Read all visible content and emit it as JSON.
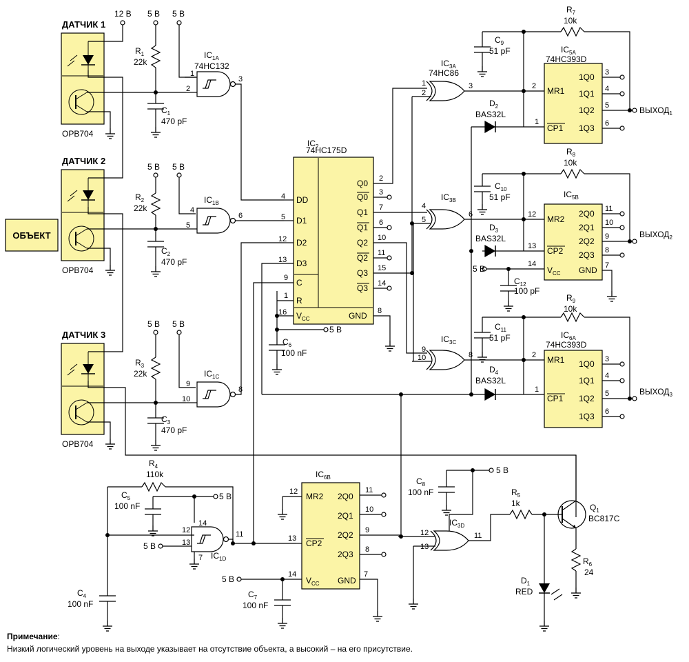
{
  "object_box": "ОБЪЕКТ",
  "sensors": [
    {
      "title": "ДАТЧИК 1",
      "part": "OPB704"
    },
    {
      "title": "ДАТЧИК 2",
      "part": "OPB704"
    },
    {
      "title": "ДАТЧИК 3",
      "part": "OPB704"
    }
  ],
  "supply": {
    "v12": "12 В",
    "v5": "5 В"
  },
  "resistors": {
    "R1": {
      "ref": "R",
      "sub": "1",
      "value": "22k"
    },
    "R2": {
      "ref": "R",
      "sub": "2",
      "value": "22k"
    },
    "R3": {
      "ref": "R",
      "sub": "3",
      "value": "22k"
    },
    "R4": {
      "ref": "R",
      "sub": "4",
      "value": "110k"
    },
    "R5": {
      "ref": "R",
      "sub": "5",
      "value": "1k"
    },
    "R6": {
      "ref": "R",
      "sub": "6",
      "value": "24"
    },
    "R7": {
      "ref": "R",
      "sub": "7",
      "value": "10k"
    },
    "R8": {
      "ref": "R",
      "sub": "8",
      "value": "10k"
    },
    "R9": {
      "ref": "R",
      "sub": "9",
      "value": "10k"
    }
  },
  "capacitors": {
    "C1": {
      "ref": "C",
      "sub": "1",
      "value": "470 pF"
    },
    "C2": {
      "ref": "C",
      "sub": "2",
      "value": "470 pF"
    },
    "C3": {
      "ref": "C",
      "sub": "3",
      "value": "470 pF"
    },
    "C4": {
      "ref": "C",
      "sub": "4",
      "value": "100 nF"
    },
    "C5": {
      "ref": "C",
      "sub": "5",
      "value": "100 nF"
    },
    "C6": {
      "ref": "C",
      "sub": "6",
      "value": "100 nF"
    },
    "C7": {
      "ref": "C",
      "sub": "7",
      "value": "100 nF"
    },
    "C8": {
      "ref": "C",
      "sub": "8",
      "value": "100 nF"
    },
    "C9": {
      "ref": "C",
      "sub": "9",
      "value": "51 pF"
    },
    "C10": {
      "ref": "C",
      "sub": "10",
      "value": "51 pF"
    },
    "C11": {
      "ref": "C",
      "sub": "11",
      "value": "51 pF"
    },
    "C12": {
      "ref": "C",
      "sub": "12",
      "value": "100 pF"
    }
  },
  "ics": {
    "IC1A": {
      "ref": "IC",
      "sub": "1A",
      "part": "74HC132"
    },
    "IC1B": {
      "ref": "IC",
      "sub": "1B"
    },
    "IC1C": {
      "ref": "IC",
      "sub": "1C"
    },
    "IC1D": {
      "ref": "IC",
      "sub": "1D"
    },
    "IC2": {
      "ref": "IC",
      "sub": "2",
      "part": "74HC175D"
    },
    "IC3A": {
      "ref": "IC",
      "sub": "3A",
      "part": "74HC86"
    },
    "IC3B": {
      "ref": "IC",
      "sub": "3B"
    },
    "IC3C": {
      "ref": "IC",
      "sub": "3C"
    },
    "IC3D": {
      "ref": "IC",
      "sub": "3D"
    },
    "IC5A": {
      "ref": "IC",
      "sub": "5A",
      "part": "74HC393D"
    },
    "IC5B": {
      "ref": "IC",
      "sub": "5B"
    },
    "IC6A": {
      "ref": "IC",
      "sub": "6A",
      "part": "74HC393D"
    },
    "IC6B": {
      "ref": "IC",
      "sub": "6B"
    }
  },
  "diodes": {
    "D1": {
      "ref": "D",
      "sub": "1",
      "part": "RED"
    },
    "D2": {
      "ref": "D",
      "sub": "2",
      "part": "BAS32L"
    },
    "D3": {
      "ref": "D",
      "sub": "3",
      "part": "BAS32L"
    },
    "D4": {
      "ref": "D",
      "sub": "4",
      "part": "BAS32L"
    }
  },
  "transistor": {
    "ref": "Q",
    "sub": "1",
    "part": "BC817C"
  },
  "outputs": [
    {
      "label": "ВЫХОД",
      "sub": "1"
    },
    {
      "label": "ВЫХОД",
      "sub": "2"
    },
    {
      "label": "ВЫХОД",
      "sub": "3"
    }
  ],
  "ic2_pins": {
    "left": [
      "DD",
      "D1",
      "D2",
      "D3",
      "C",
      "R"
    ],
    "right": [
      "Q0",
      "Q0",
      "Q1",
      "Q1",
      "Q2",
      "Q2",
      "Q3",
      "Q3"
    ],
    "vcc": "V",
    "vcc_sub": "CC",
    "gnd": "GND"
  },
  "counter_pins": {
    "mr1": "MR1",
    "cp1": "CP1",
    "outA": [
      "1Q0",
      "1Q1",
      "1Q2",
      "1Q3"
    ],
    "mr2": "MR2",
    "cp2": "CP2",
    "outB": [
      "2Q0",
      "2Q1",
      "2Q2",
      "2Q3"
    ],
    "vcc": "V",
    "vcc_sub": "CC",
    "gnd": "GND"
  },
  "note": {
    "title": "Примечание",
    "text": "Низкий логический уровень на выходе указывает на отсутствие объекта, а высокий – на его присутствие."
  }
}
